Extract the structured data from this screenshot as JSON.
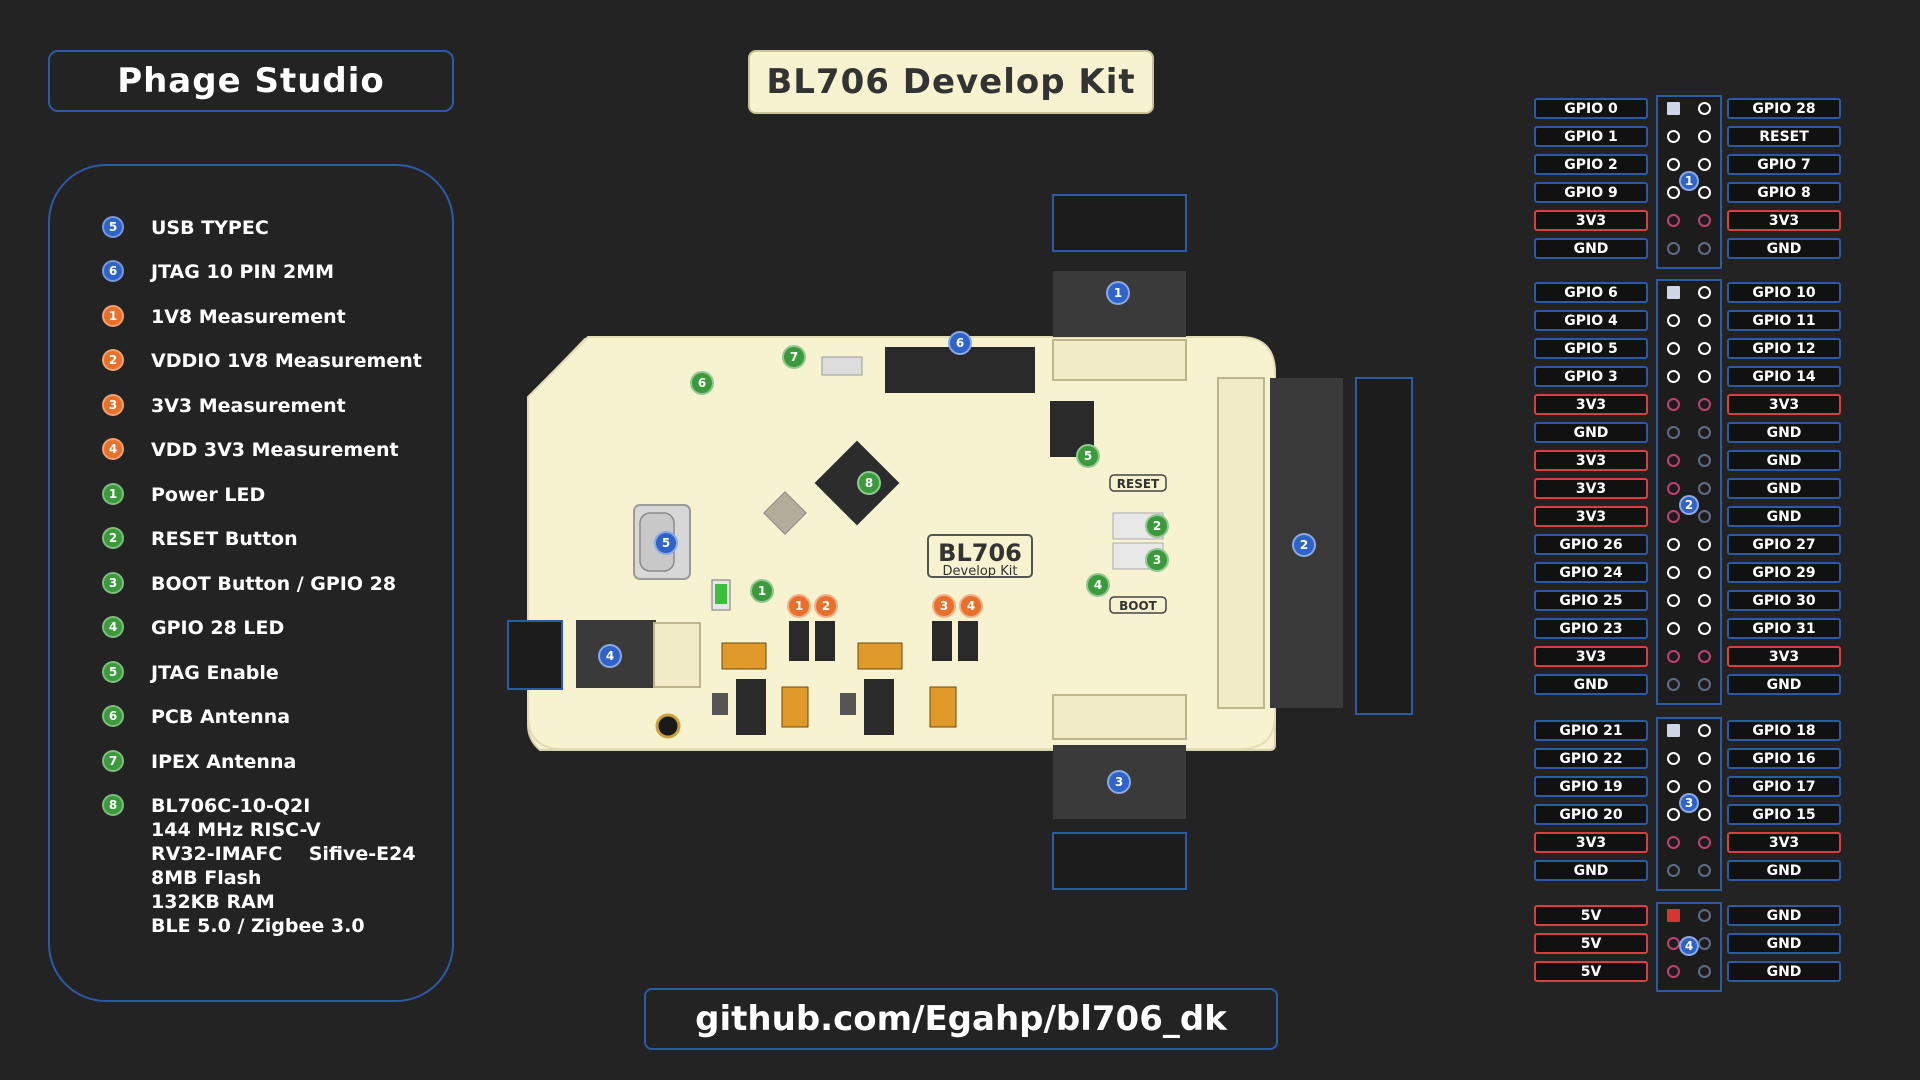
{
  "brand": "Phage Studio",
  "title": "BL706 Develop Kit",
  "url": "github.com/Egahp/bl706_dk",
  "colors": {
    "background": "#232323",
    "accent": "#2b5ba8",
    "board": "#f7f2cf",
    "power_pin": "#d84040"
  },
  "legend": [
    {
      "num": "5",
      "color": "blue",
      "text": "USB TYPEC"
    },
    {
      "num": "6",
      "color": "blue",
      "text": "JTAG 10 PIN 2MM"
    },
    {
      "num": "1",
      "color": "orange",
      "text": "1V8 Measurement"
    },
    {
      "num": "2",
      "color": "orange",
      "text": "VDDIO 1V8 Measurement"
    },
    {
      "num": "3",
      "color": "orange",
      "text": "3V3 Measurement"
    },
    {
      "num": "4",
      "color": "orange",
      "text": "VDD 3V3 Measurement"
    },
    {
      "num": "1",
      "color": "green",
      "text": "Power LED"
    },
    {
      "num": "2",
      "color": "green",
      "text": "RESET Button"
    },
    {
      "num": "3",
      "color": "green",
      "text": "BOOT Button / GPIO 28"
    },
    {
      "num": "4",
      "color": "green",
      "text": "GPIO 28 LED"
    },
    {
      "num": "5",
      "color": "green",
      "text": "JTAG Enable"
    },
    {
      "num": "6",
      "color": "green",
      "text": "PCB Antenna"
    },
    {
      "num": "7",
      "color": "green",
      "text": "IPEX Antenna"
    },
    {
      "num": "8",
      "color": "green",
      "text": "BL706C-10-Q2I\n144 MHz RISC-V\nRV32-IMAFC    Sifive-E24\n8MB Flash\n132KB RAM\nBLE 5.0 / Zigbee 3.0"
    }
  ],
  "board": {
    "silk_chip": "BL706",
    "silk_sub": "Develop  Kit",
    "reset_label": "RESET",
    "boot_label": "BOOT"
  },
  "headers": [
    {
      "id": "1",
      "left": [
        "GPIO 0",
        "GPIO 1",
        "GPIO 2",
        "GPIO 9",
        "3V3",
        "GND"
      ],
      "right": [
        "GPIO 28",
        "RESET",
        "GPIO 7",
        "GPIO 8",
        "3V3",
        "GND"
      ]
    },
    {
      "id": "2",
      "left": [
        "GPIO 6",
        "GPIO 4",
        "GPIO 5",
        "GPIO 3",
        "3V3",
        "GND",
        "3V3",
        "3V3",
        "3V3",
        "GPIO 26",
        "GPIO 24",
        "GPIO 25",
        "GPIO 23",
        "3V3",
        "GND"
      ],
      "right": [
        "GPIO 10",
        "GPIO 11",
        "GPIO 12",
        "GPIO 14",
        "3V3",
        "GND",
        "GND",
        "GND",
        "GND",
        "GPIO 27",
        "GPIO 29",
        "GPIO 30",
        "GPIO 31",
        "3V3",
        "GND"
      ]
    },
    {
      "id": "3",
      "left": [
        "GPIO 21",
        "GPIO 22",
        "GPIO 19",
        "GPIO 20",
        "3V3",
        "GND"
      ],
      "right": [
        "GPIO 18",
        "GPIO 16",
        "GPIO 17",
        "GPIO 15",
        "3V3",
        "GND"
      ]
    },
    {
      "id": "4",
      "left": [
        "5V",
        "5V",
        "5V"
      ],
      "right": [
        "GND",
        "GND",
        "GND"
      ]
    }
  ],
  "board_badges": [
    {
      "num": "1",
      "color": "blue"
    },
    {
      "num": "2",
      "color": "blue"
    },
    {
      "num": "3",
      "color": "blue"
    },
    {
      "num": "4",
      "color": "blue"
    },
    {
      "num": "5",
      "color": "blue"
    },
    {
      "num": "6",
      "color": "blue"
    },
    {
      "num": "1",
      "color": "orange"
    },
    {
      "num": "2",
      "color": "orange"
    },
    {
      "num": "3",
      "color": "orange"
    },
    {
      "num": "4",
      "color": "orange"
    },
    {
      "num": "1",
      "color": "green"
    },
    {
      "num": "2",
      "color": "green"
    },
    {
      "num": "3",
      "color": "green"
    },
    {
      "num": "4",
      "color": "green"
    },
    {
      "num": "5",
      "color": "green"
    },
    {
      "num": "6",
      "color": "green"
    },
    {
      "num": "7",
      "color": "green"
    },
    {
      "num": "8",
      "color": "green"
    }
  ]
}
